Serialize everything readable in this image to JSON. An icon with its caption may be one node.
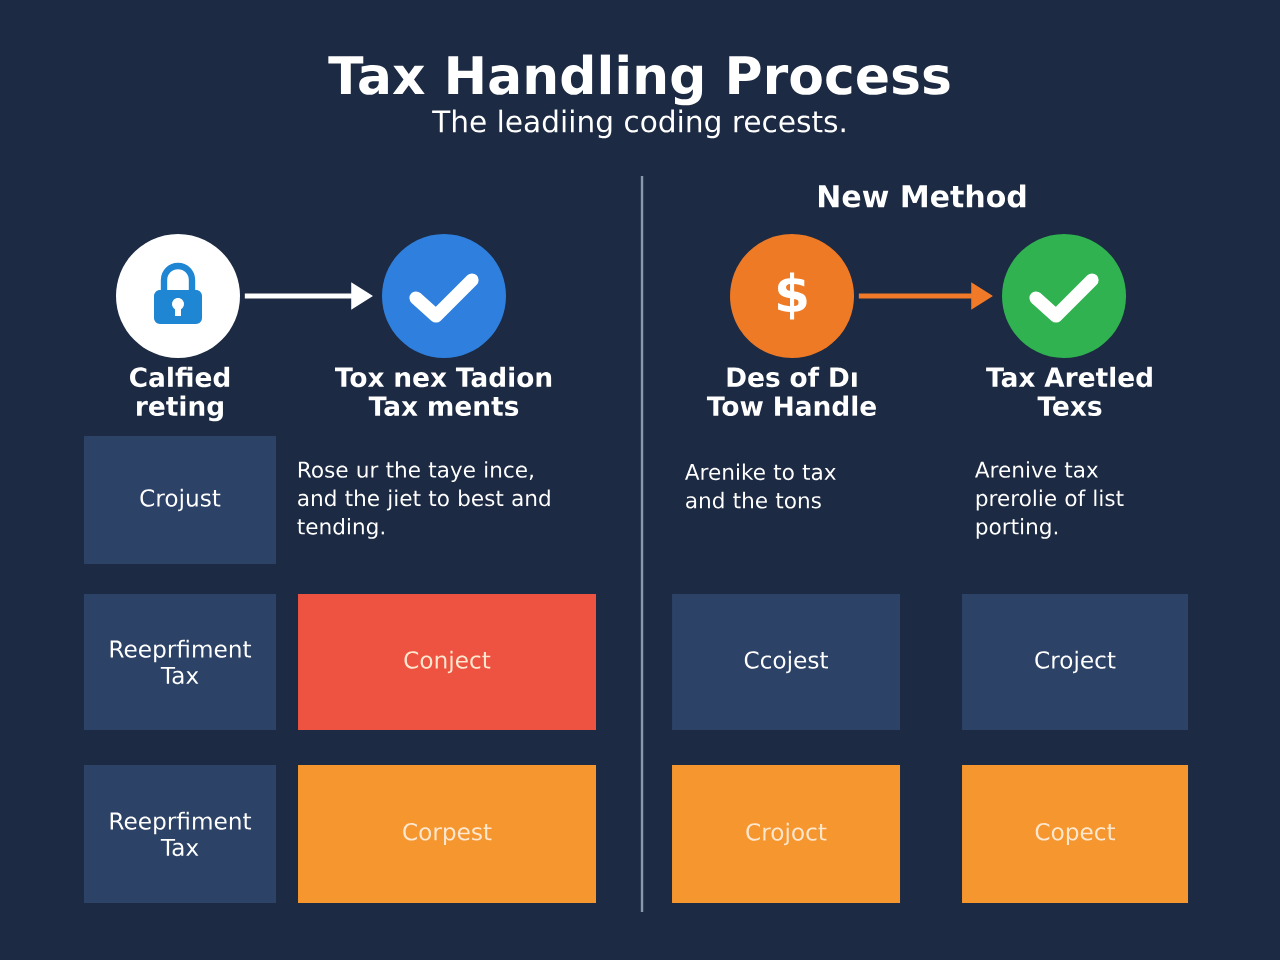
{
  "diagram": {
    "title": "Tax Handling Process",
    "nodes": [
      {
        "text": [],
        "shape": "circle",
        "beside": [
          "Calfied reting"
        ]
      },
      {
        "text": [],
        "shape": "circle",
        "beside": [
          "Tox nex Tadion Tax ments"
        ]
      },
      {
        "text": [
          "$"
        ],
        "beside": [
          "Des of Dı Tow Handle"
        ]
      },
      {
        "text": [],
        "shape": "circle",
        "beside": [
          "Tax Aretled Texs"
        ]
      },
      {
        "text": [
          "Crojust"
        ]
      },
      {
        "text": [
          "Reeprfiment Tax"
        ]
      },
      {
        "text": [
          "Conject"
        ]
      },
      {
        "text": [
          "Ccojest"
        ]
      },
      {
        "text": [
          "Croject"
        ]
      },
      {
        "text": [
          "Reeprfiment Tax"
        ]
      },
      {
        "text": [
          "Corpest"
        ]
      },
      {
        "text": [
          "Crojoct"
        ]
      },
      {
        "text": [
          "Copect"
        ]
      }
    ],
    "edges": [
      {
        "from": 0,
        "to": 1,
        "arrow": "to"
      },
      {
        "from": 2,
        "to": 3,
        "arrow": "to",
        "color": "#f07a28"
      }
    ],
    "labels": [
      "The leadiing coding recests.",
      "New Method",
      "Rose ur the taye ince, and the jiet to best and tending.",
      "Arenike to tax and the tons",
      "Arenive tax prerolie of list porting."
    ]
  }
}
